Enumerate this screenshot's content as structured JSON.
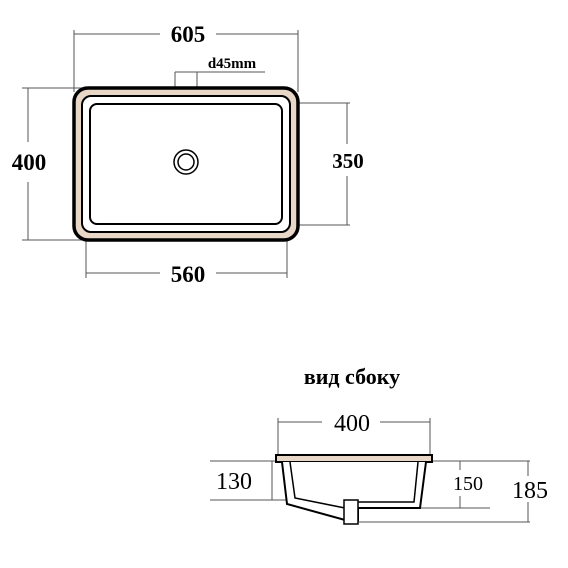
{
  "top_view": {
    "overall_width": "605",
    "drain_diameter": "d45mm",
    "overall_depth": "400",
    "inner_depth": "350",
    "inner_width": "560"
  },
  "side_view": {
    "title": "вид сбоку",
    "top_width": "400",
    "left_height": "130",
    "inner_height": "150",
    "total_height": "185"
  },
  "colors": {
    "rim_fill": "#e8d6c6",
    "line": "#000000",
    "dim_line": "#555555"
  }
}
